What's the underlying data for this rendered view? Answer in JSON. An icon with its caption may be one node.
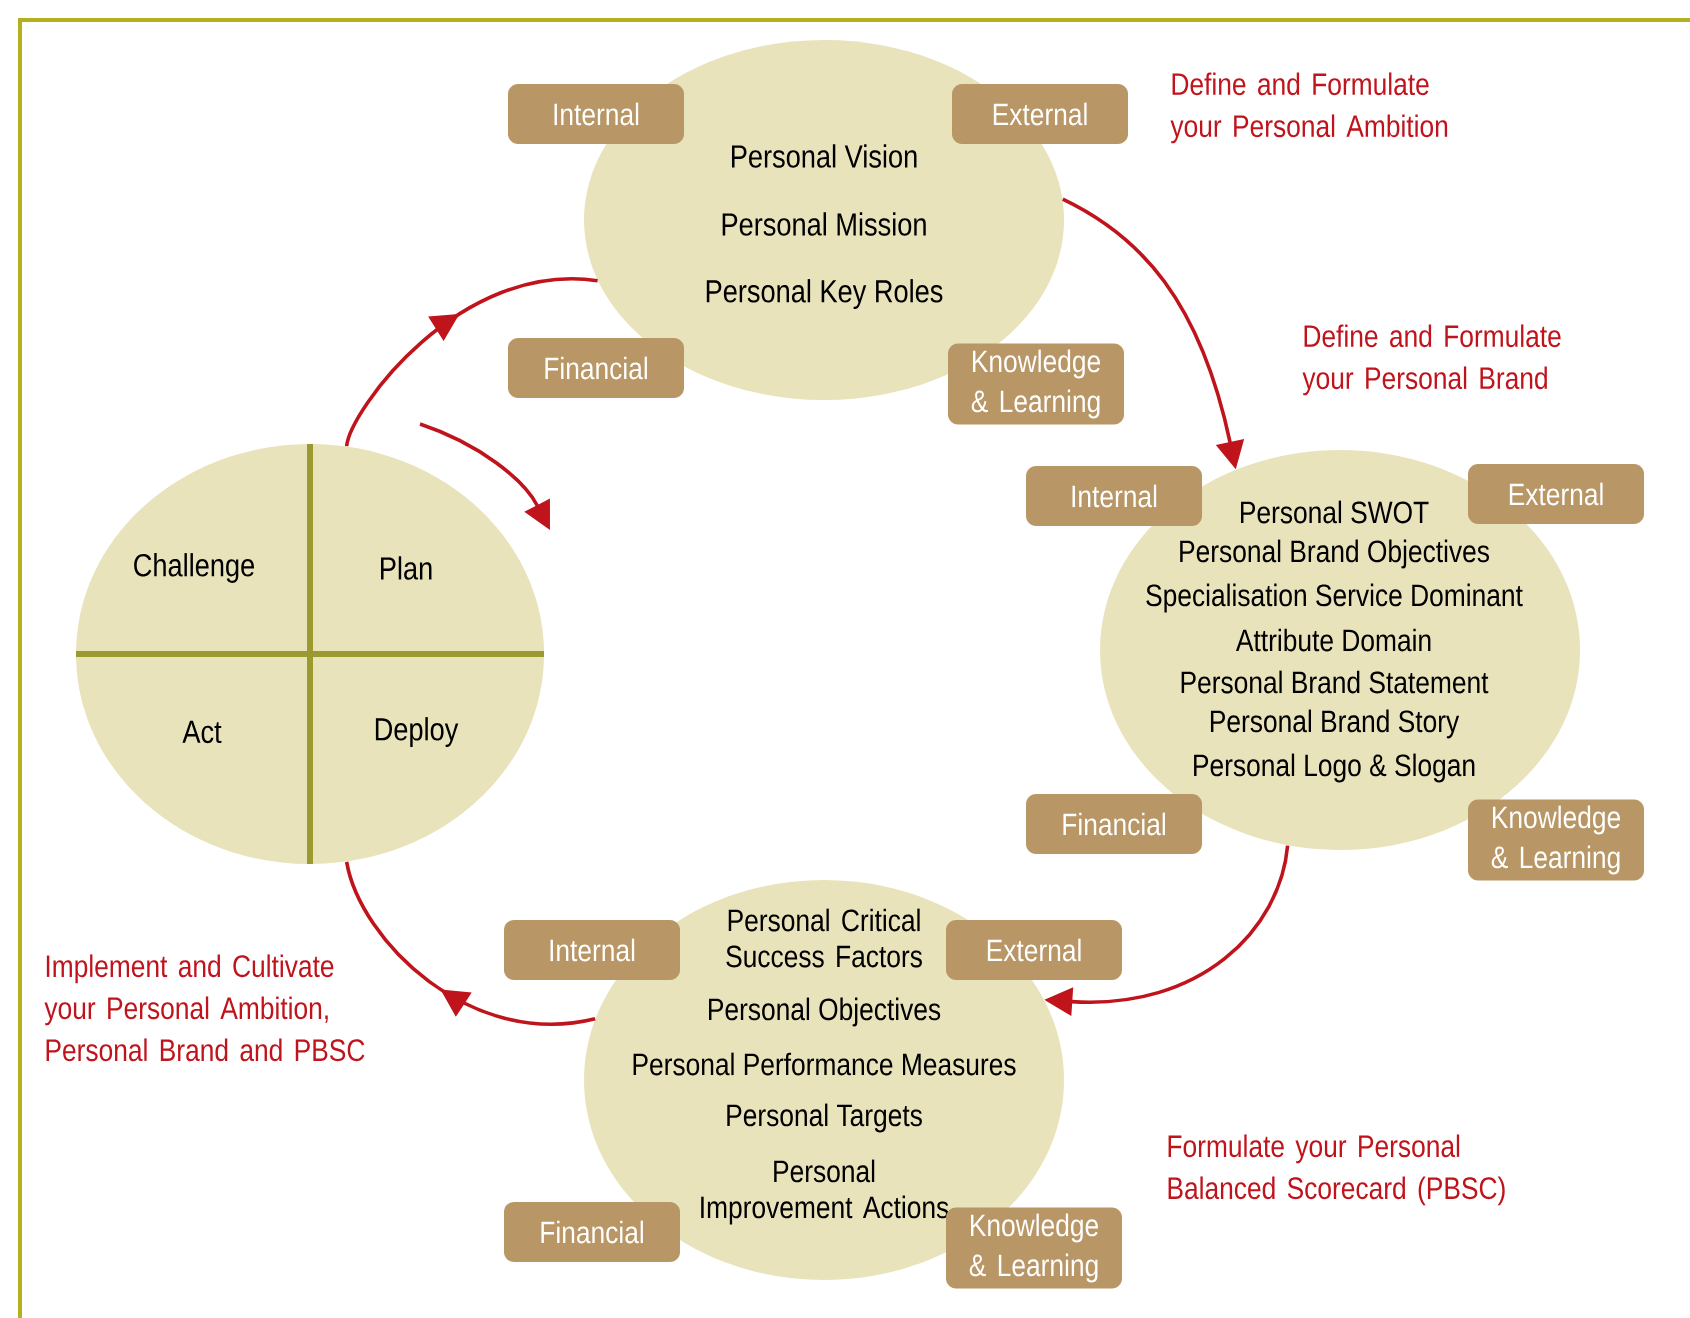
{
  "diagram": {
    "nodes": [
      {
        "text": [
          "Personal Vision",
          "Personal Mission",
          "Personal Key Roles"
        ]
      },
      {
        "text": [
          "Internal"
        ]
      },
      {
        "text": [
          "External"
        ]
      },
      {
        "text": [
          "Financial"
        ]
      },
      {
        "text": [
          "Knowledge & Learning"
        ]
      },
      {
        "text": [
          "Personal SWOT",
          "Personal Brand Objectives",
          "Specialisation Service Dominant",
          "Attribute Domain",
          "Personal Brand Statement",
          "Personal Brand Story",
          "Personal Logo & Slogan"
        ]
      },
      {
        "text": [
          "Internal"
        ]
      },
      {
        "text": [
          "External"
        ]
      },
      {
        "text": [
          "Financial"
        ]
      },
      {
        "text": [
          "Knowledge & Learning"
        ]
      },
      {
        "text": [
          "Challenge",
          "Plan",
          "Act",
          "Deploy"
        ]
      },
      {
        "text": [
          "Personal Critical Success Factors",
          "Personal Objectives",
          "Personal Performance Measures",
          "Personal Targets",
          "Personal Improvement Actions"
        ]
      },
      {
        "text": [
          "Internal"
        ]
      },
      {
        "text": [
          "External"
        ]
      },
      {
        "text": [
          "Financial"
        ]
      },
      {
        "text": [
          "Knowledge & Learning"
        ]
      }
    ],
    "edges": [
      {
        "from": 0,
        "to": 5,
        "arrow": "to"
      },
      {
        "from": 5,
        "to": 11,
        "arrow": "to"
      },
      {
        "from": 11,
        "to": 10,
        "arrow": "to"
      },
      {
        "from": 10,
        "to": 0,
        "arrow": "to"
      }
    ],
    "labels": [
      "Define and Formulate your Personal Ambition",
      "Define and Formulate your Personal Brand",
      "Implement and Cultivate your Personal Ambition, Personal Brand and PBSC",
      "Formulate your Personal Balanced Scorecard (PBSC)"
    ]
  }
}
